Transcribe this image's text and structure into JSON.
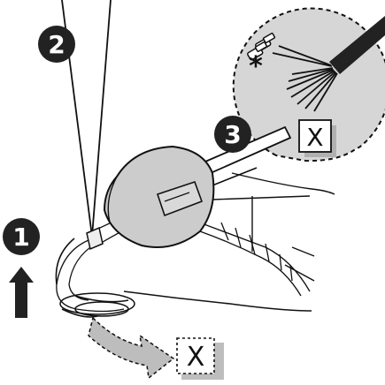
{
  "steps": {
    "step1": "1",
    "step2": "2",
    "step3": "3"
  },
  "callout": {
    "asterisk": "*",
    "box_label": "X"
  },
  "bottom_box": {
    "label": "X"
  },
  "colors": {
    "ink": "#111111",
    "callout_fill": "#d6d6d6",
    "device_fill": "#cccccc",
    "arrow_fill": "#bdbdbd"
  }
}
